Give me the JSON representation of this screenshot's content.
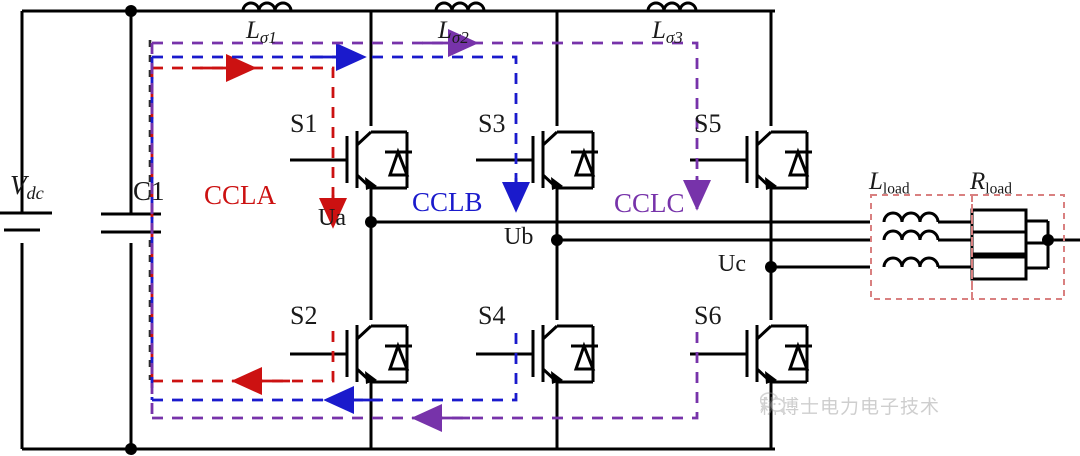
{
  "figure": {
    "type": "circuit-diagram",
    "title": "Three-phase two-level voltage source inverter with common-mode current loops",
    "background": "#ffffff"
  },
  "colors": {
    "wire": "#000000",
    "loop_a": "#cc1111",
    "loop_b": "#1a1acc",
    "loop_c": "#7733aa",
    "load_box": "#d98080",
    "watermark": "#8d8d8d"
  },
  "source": {
    "vdc_label": "V",
    "vdc_sub": "dc",
    "cap_label": "C1"
  },
  "stray_inductors": [
    {
      "name": "L",
      "sub": "σ1"
    },
    {
      "name": "L",
      "sub": "σ2"
    },
    {
      "name": "L",
      "sub": "σ3"
    }
  ],
  "switches": [
    {
      "label": "S1"
    },
    {
      "label": "S3"
    },
    {
      "label": "S5"
    },
    {
      "label": "S2"
    },
    {
      "label": "S4"
    },
    {
      "label": "S6"
    }
  ],
  "phase_nodes": [
    {
      "label": "Ua"
    },
    {
      "label": "Ub"
    },
    {
      "label": "Uc"
    }
  ],
  "loops": [
    {
      "label": "CCLA",
      "color": "#cc1111"
    },
    {
      "label": "CCLB",
      "color": "#1a1acc"
    },
    {
      "label": "CCLC",
      "color": "#7733aa"
    }
  ],
  "load": {
    "inductor_label": "L",
    "inductor_sub": "load",
    "resistor_label": "R",
    "resistor_sub": "load",
    "phases": 3
  },
  "watermark": {
    "icon": "wechat-icon",
    "text": "耕博士电力电子技术"
  }
}
